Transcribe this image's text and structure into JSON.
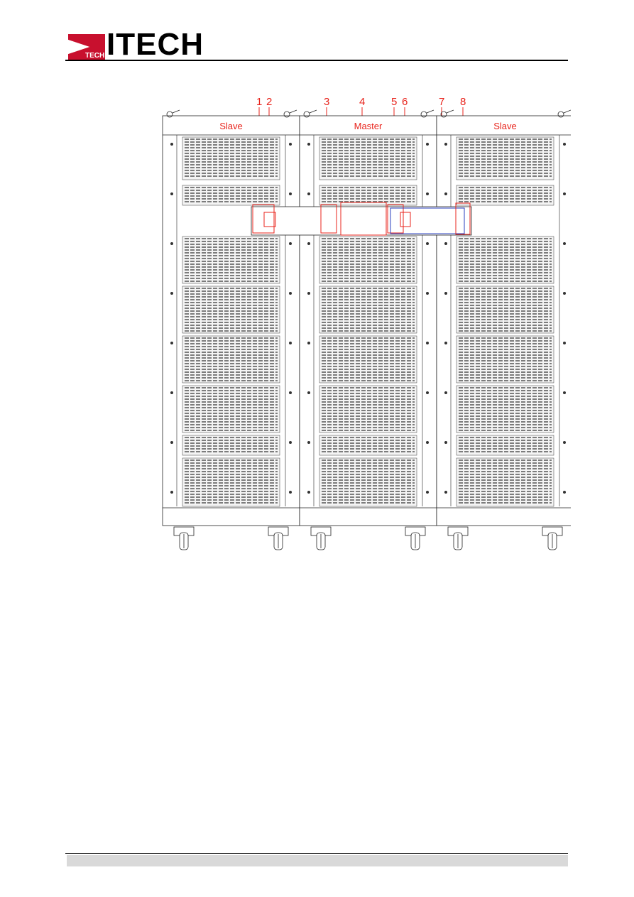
{
  "header": {
    "logo_small_text": "TECH",
    "logo_big_text": "ITECH",
    "brand_red": "#c8102e"
  },
  "figure": {
    "cabinets": [
      {
        "label": "Slave"
      },
      {
        "label": "Master"
      },
      {
        "label": "Slave"
      }
    ],
    "callouts": [
      "1",
      "2",
      "3",
      "4",
      "5",
      "6",
      "7",
      "8"
    ],
    "callout_color": "#e8231b"
  }
}
